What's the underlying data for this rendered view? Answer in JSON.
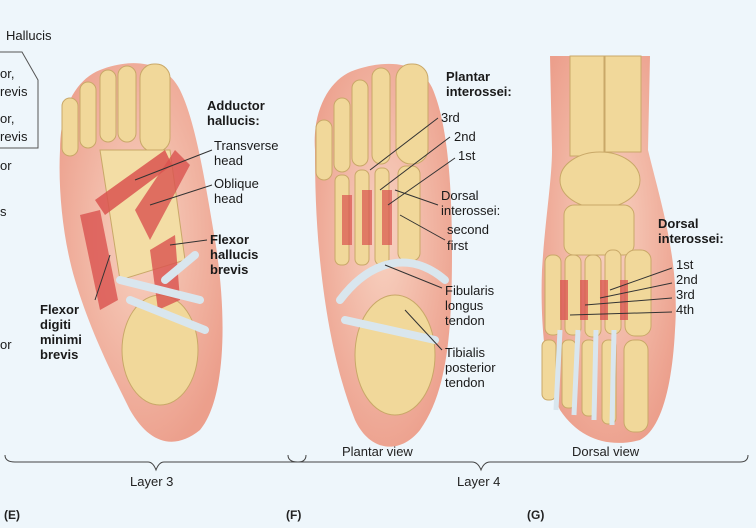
{
  "left_partial_labels": {
    "hallucis": "Hallucis",
    "cut1": "or,",
    "cut2": "revis",
    "cut3": "or,",
    "cut4": "revis",
    "cut5": "or",
    "cut6": "s",
    "cut7": "or"
  },
  "panel_e": {
    "adductor_title": "Adductor hallucis:",
    "transverse_head": "Transverse head",
    "oblique_head": "Oblique head",
    "flexor_hallucis_brevis": "Flexor hallucis brevis",
    "flexor_digiti_minimi_brevis": "Flexor digiti minimi brevis",
    "layer_label": "Layer 3",
    "letter": "(E)"
  },
  "panel_f": {
    "plantar_interossei_title": "Plantar interossei:",
    "third": "3rd",
    "second": "2nd",
    "first": "1st",
    "dorsal_interossei": "Dorsal interossei:",
    "second_word": "second",
    "first_word": "first",
    "fibularis": "Fibularis longus tendon",
    "tibialis": "Tibialis posterior tendon",
    "view_label": "Plantar view",
    "letter": "(F)"
  },
  "panel_g": {
    "dorsal_title": "Dorsal interossei:",
    "first": "1st",
    "second": "2nd",
    "third": "3rd",
    "fourth": "4th",
    "view_label": "Dorsal view",
    "letter": "(G)"
  },
  "layer4_label": "Layer 4",
  "colors": {
    "bone": "#f1d89a",
    "muscle": "#d9534f",
    "tendon": "#d9e6ee",
    "skin": "#f3b9a6",
    "background": "#eef6fb"
  }
}
